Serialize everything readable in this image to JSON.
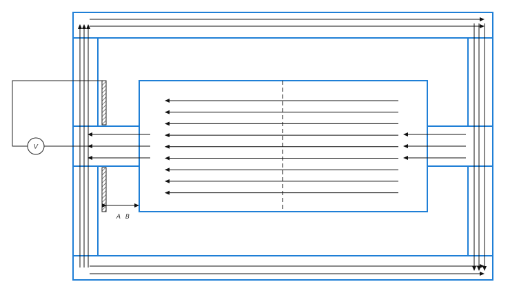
{
  "labels": {
    "voltmeter": "V",
    "point_a": "A",
    "point_b": "B"
  },
  "colors": {
    "core_outline": "#1f7fd6",
    "lines": "#111111",
    "background": "#ffffff"
  }
}
